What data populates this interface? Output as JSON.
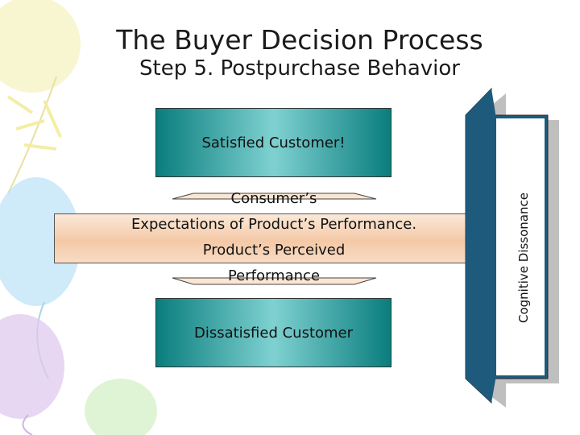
{
  "title": "The Buyer Decision Process",
  "subtitle": "Step 5.  Postpurchase Behavior",
  "outcomes": {
    "satisfied": "Satisfied Customer!",
    "dissatisfied": "Dissatisfied Customer"
  },
  "comparison": {
    "line1": "Consumer’s",
    "line2": "Expectations of Product’s Performance.",
    "line3": "Product’s Perceived",
    "line4": "Performance"
  },
  "side_label": "Cognitive Dissonance",
  "colors": {
    "teal_dark": "#0a7d7d",
    "teal_light": "#7fd1d1",
    "arrow_blue": "#1d5a7c",
    "band_peach": "#f3c9a6"
  }
}
